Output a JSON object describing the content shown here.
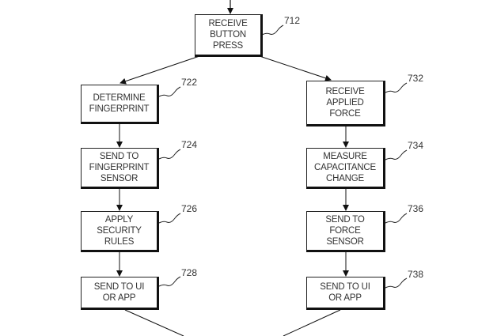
{
  "diagram": {
    "type": "flowchart",
    "nodes": [
      {
        "id": "712",
        "text": "RECEIVE\nBUTTON\nPRESS",
        "ref": "712"
      },
      {
        "id": "722",
        "text": "DETERMINE\nFINGERPRINT",
        "ref": "722"
      },
      {
        "id": "724",
        "text": "SEND TO\nFINGERPRINT\nSENSOR",
        "ref": "724"
      },
      {
        "id": "726",
        "text": "APPLY\nSECURITY\nRULES",
        "ref": "726"
      },
      {
        "id": "728",
        "text": "SEND TO UI\nOR APP",
        "ref": "728"
      },
      {
        "id": "732",
        "text": "RECEIVE\nAPPLIED\nFORCE",
        "ref": "732"
      },
      {
        "id": "734",
        "text": "MEASURE\nCAPACITANCE\nCHANGE",
        "ref": "734"
      },
      {
        "id": "736",
        "text": "SEND TO\nFORCE\nSENSOR",
        "ref": "736"
      },
      {
        "id": "738",
        "text": "SEND TO UI\nOR APP",
        "ref": "738"
      }
    ],
    "edges": [
      {
        "from": "start",
        "to": "712"
      },
      {
        "from": "712",
        "to": "722"
      },
      {
        "from": "712",
        "to": "732"
      },
      {
        "from": "722",
        "to": "724"
      },
      {
        "from": "724",
        "to": "726"
      },
      {
        "from": "726",
        "to": "728"
      },
      {
        "from": "732",
        "to": "734"
      },
      {
        "from": "734",
        "to": "736"
      },
      {
        "from": "736",
        "to": "738"
      },
      {
        "from": "728",
        "to": "end"
      },
      {
        "from": "738",
        "to": "end"
      }
    ]
  }
}
